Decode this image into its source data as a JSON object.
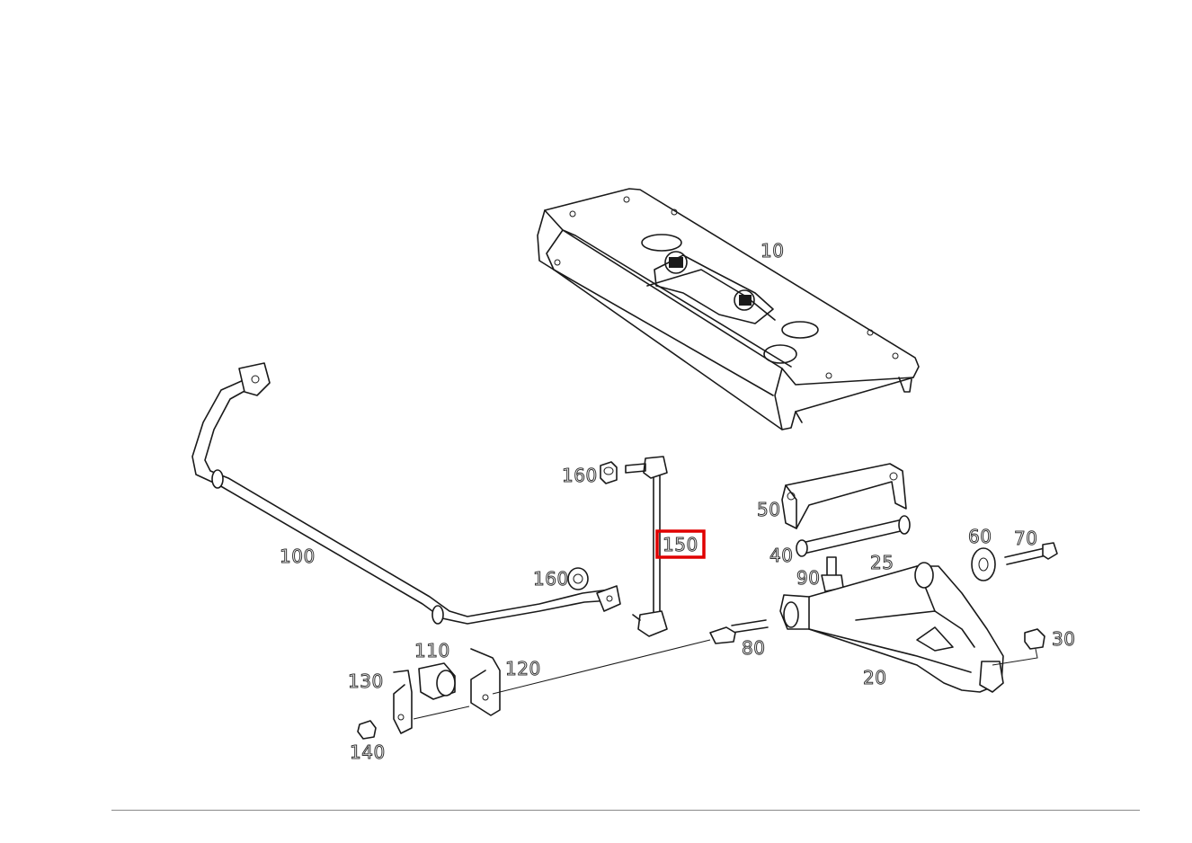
{
  "diagram": {
    "highlight_color": "#e00000",
    "line_color": "#1a1a1a",
    "highlighted_part": "150",
    "parts": [
      {
        "id": "p10",
        "number": "10",
        "icon": "crossmember-plate"
      },
      {
        "id": "p20",
        "number": "20",
        "icon": "lower-control-arm"
      },
      {
        "id": "p25",
        "number": "25",
        "icon": "bushing"
      },
      {
        "id": "p30",
        "number": "30",
        "icon": "nut"
      },
      {
        "id": "p40",
        "number": "40",
        "icon": "pivot-shaft"
      },
      {
        "id": "p50",
        "number": "50",
        "icon": "bracket"
      },
      {
        "id": "p60",
        "number": "60",
        "icon": "eccentric-washer"
      },
      {
        "id": "p70",
        "number": "70",
        "icon": "bolt"
      },
      {
        "id": "p80",
        "number": "80",
        "icon": "bolt"
      },
      {
        "id": "p90",
        "number": "90",
        "icon": "bolt"
      },
      {
        "id": "p100",
        "number": "100",
        "icon": "stabilizer-bar"
      },
      {
        "id": "p110",
        "number": "110",
        "icon": "rubber-mount"
      },
      {
        "id": "p120",
        "number": "120",
        "icon": "clamp"
      },
      {
        "id": "p130",
        "number": "130",
        "icon": "clamp"
      },
      {
        "id": "p140",
        "number": "140",
        "icon": "nut"
      },
      {
        "id": "p150",
        "number": "150",
        "icon": "stabilizer-link"
      },
      {
        "id": "p160a",
        "number": "160",
        "icon": "nut"
      },
      {
        "id": "p160b",
        "number": "160",
        "icon": "nut"
      }
    ]
  }
}
